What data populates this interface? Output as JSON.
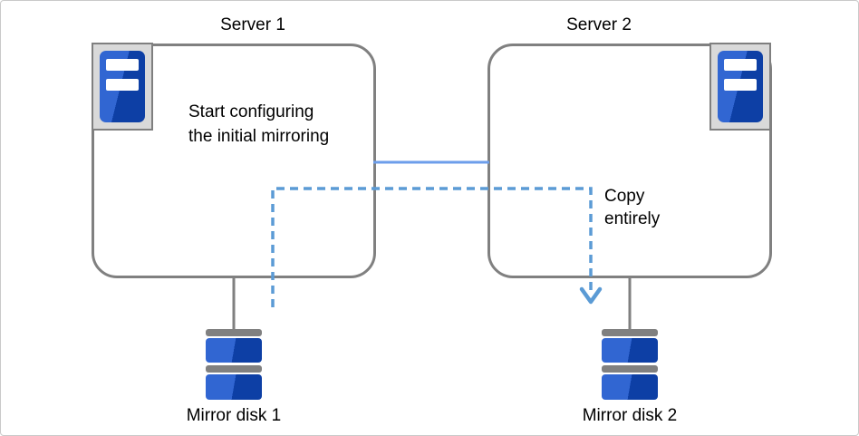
{
  "diagram": {
    "server1": {
      "title": "Server 1",
      "note": "Start configuring\nthe initial mirroring",
      "icon": "server-icon"
    },
    "server2": {
      "title": "Server 2",
      "icon": "server-icon"
    },
    "copy_label": "Copy\nentirely",
    "disk1": {
      "label": "Mirror disk 1",
      "icon": "mirror-disk-icon"
    },
    "disk2": {
      "label": "Mirror disk 2",
      "icon": "mirror-disk-icon"
    },
    "colors": {
      "connection_line": "#6d9eeb",
      "copy_dashed_line": "#5b9bd5",
      "box_border": "#808080",
      "connector_gray": "#808080",
      "icon_frame_fill": "#d9d9d9",
      "server_icon_blue_light": "#3166d2",
      "server_icon_blue_dark": "#0d3fa5",
      "disk_cap_gray": "#808080",
      "text_color": "#000000"
    }
  }
}
